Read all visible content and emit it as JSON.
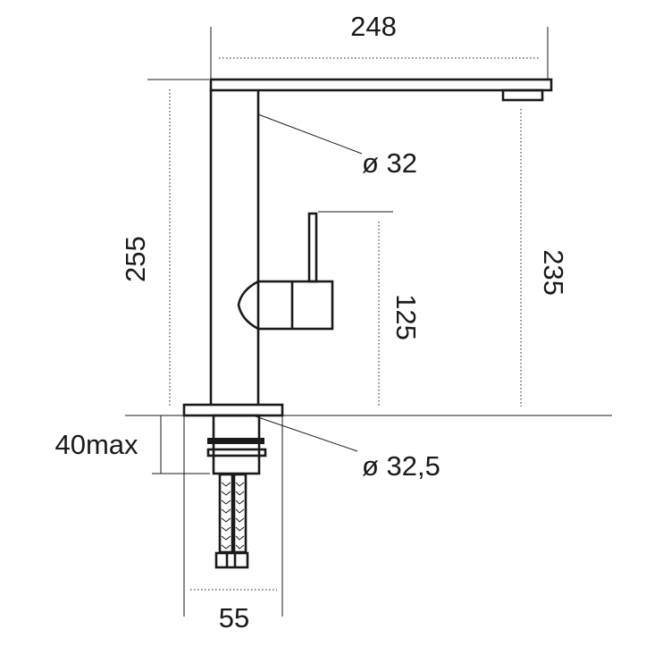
{
  "dimensions": {
    "spout_reach": "248",
    "total_height": "255",
    "spout_height": "235",
    "handle_height": "125",
    "body_diameter": "ø 32",
    "hole_diameter": "ø 32,5",
    "max_counter_thickness": "40max",
    "base_width": "55"
  }
}
